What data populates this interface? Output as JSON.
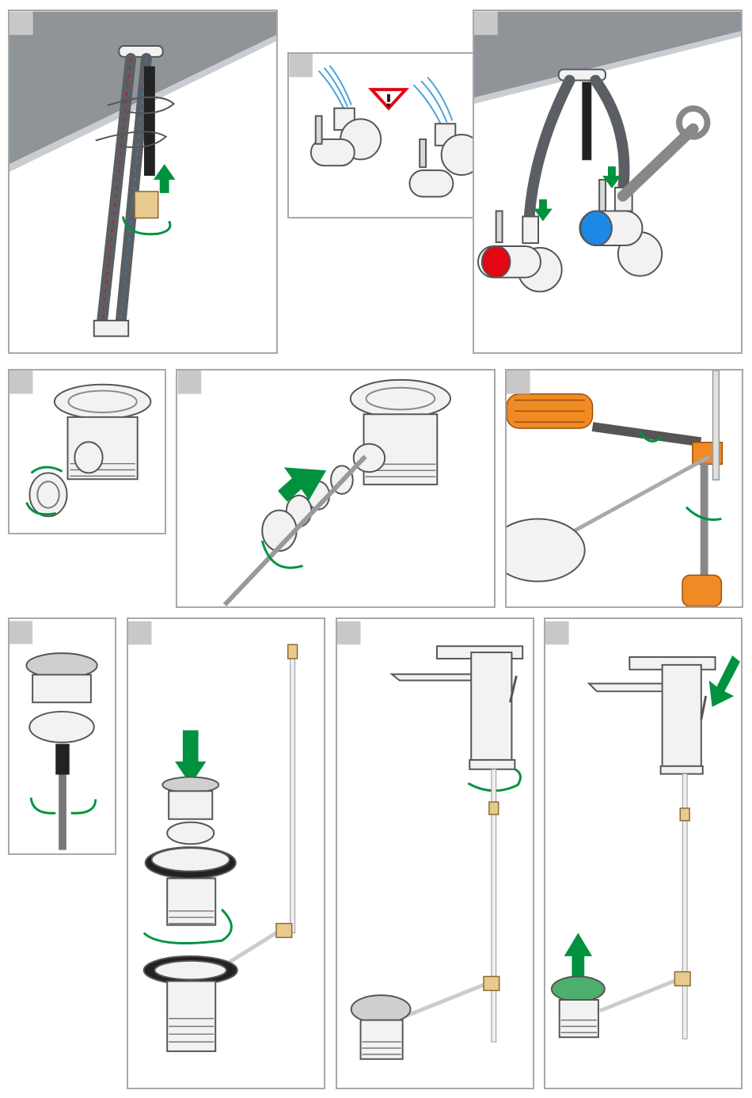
{
  "document": {
    "type": "installation-instructions",
    "steps": [
      {
        "id": 1,
        "icons": [
          "hose-icon",
          "nut-icon",
          "rotate-arrow-icon",
          "up-arrow-icon"
        ]
      },
      {
        "id": 2,
        "icons": [
          "warning-triangle-icon",
          "water-jet-icon",
          "angle-valve-icon"
        ]
      },
      {
        "id": 3,
        "icons": [
          "wrench-icon",
          "hot-valve-icon",
          "cold-valve-icon",
          "down-arrow-icon"
        ]
      },
      {
        "id": 4,
        "icons": [
          "drain-body-icon",
          "rotate-arrow-icon"
        ]
      },
      {
        "id": 5,
        "icons": [
          "drain-body-icon",
          "seal-icon",
          "arrow-icon"
        ]
      },
      {
        "id": 6,
        "icons": [
          "screwdriver-icon",
          "linkage-rod-icon",
          "rotate-arrow-icon"
        ]
      },
      {
        "id": 7,
        "icons": [
          "popup-plug-icon",
          "rotate-arrow-icon"
        ]
      },
      {
        "id": 8,
        "icons": [
          "popup-plug-icon",
          "drain-body-icon",
          "down-arrow-icon"
        ]
      },
      {
        "id": 9,
        "icons": [
          "faucet-icon",
          "rotate-arrow-icon"
        ]
      },
      {
        "id": 10,
        "icons": [
          "faucet-icon",
          "up-arrow-icon",
          "popup-plug-icon"
        ]
      }
    ],
    "colors": {
      "arrow": "#00923f",
      "hot": "#e30613",
      "cold": "#1e88e5",
      "warning": "#e30613",
      "tool": "#f08a24",
      "frame": "#a9a9a9",
      "tab": "#c8c8c8"
    }
  }
}
